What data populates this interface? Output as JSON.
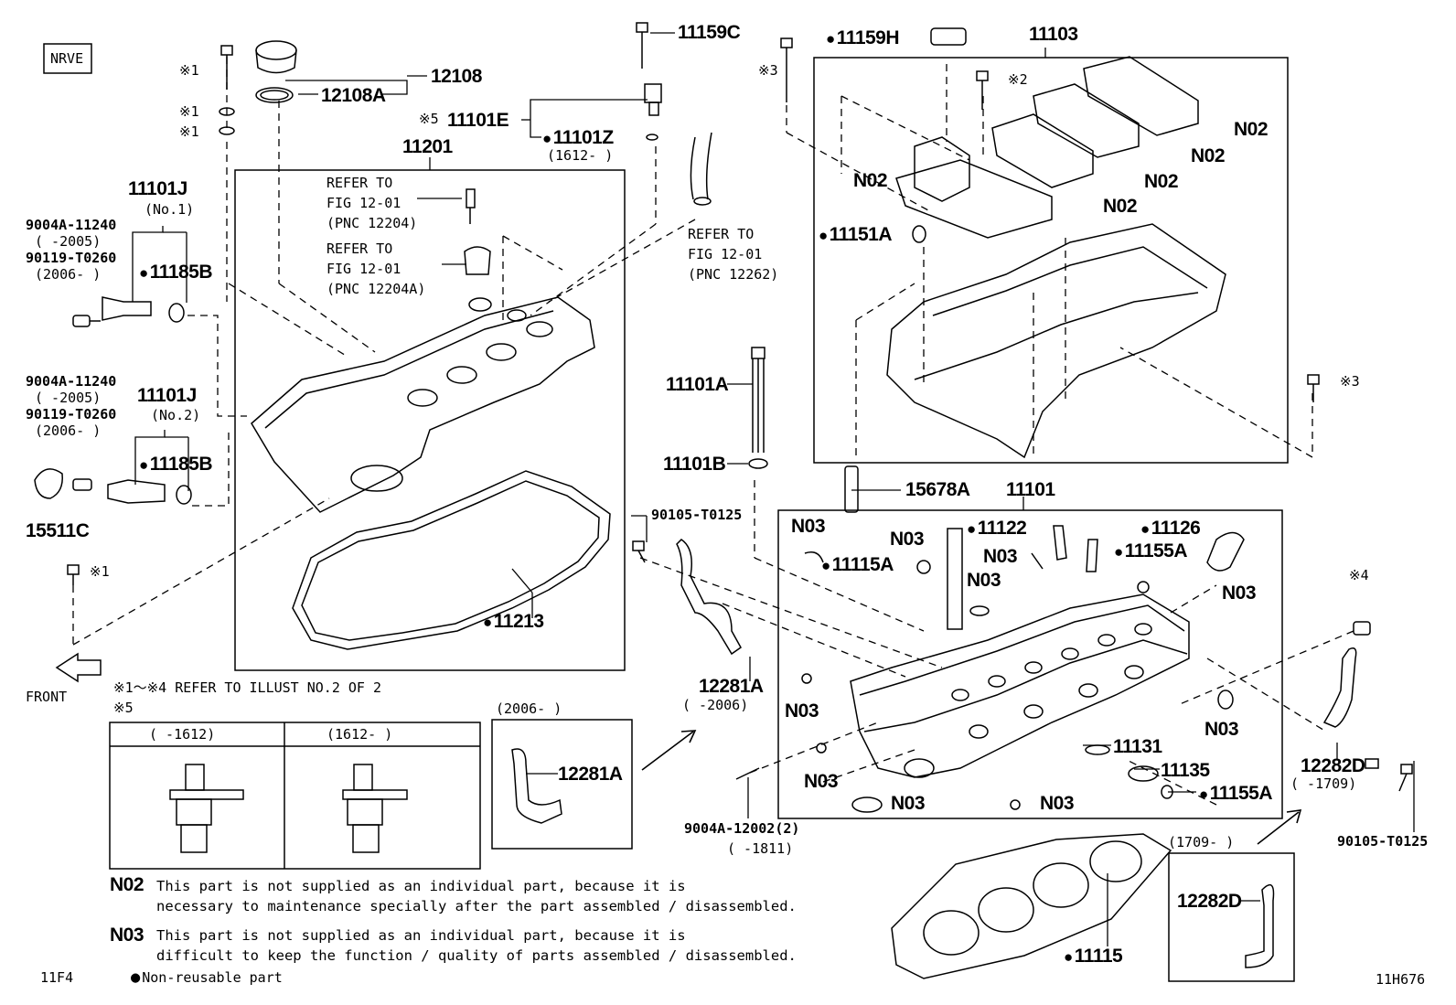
{
  "header": {
    "code_box": "NRVE"
  },
  "parts": {
    "p12108": "12108",
    "p12108A": "12108A",
    "p11159C": "11159C",
    "p11159H": "11159H",
    "p11103": "11103",
    "p11101E": "11101E",
    "p11101E_ref": "※5",
    "p11101Z": "11101Z",
    "p11101Z_date": "(1612-     )",
    "p11201": "11201",
    "ref1_lines": [
      "REFER TO",
      "FIG 12-01",
      "(PNC 12204)"
    ],
    "ref2_lines": [
      "REFER TO",
      "FIG 12-01",
      "(PNC 12204A)"
    ],
    "ref3_lines": [
      "REFER TO",
      "FIG 12-01",
      "(PNC 12262)"
    ],
    "p11101J_1": "11101J",
    "p11101J_1_sub": "(No.1)",
    "p11101J_2": "11101J",
    "p11101J_2_sub": "(No.2)",
    "bolt_a1": "9004A-11240",
    "bolt_a1_date": "(      -2005)",
    "bolt_b1": "90119-T0260",
    "bolt_b1_date": "(2006-      )",
    "bolt_a2": "9004A-11240",
    "bolt_a2_date": "(      -2005)",
    "bolt_b2": "90119-T0260",
    "bolt_b2_date": "(2006-      )",
    "p11185B_1": "11185B",
    "p11185B_2": "11185B",
    "p15511C": "15511C",
    "p11213": "11213",
    "p11101A": "11101A",
    "p11101B": "11101B",
    "p90105_1": "90105-T0125",
    "p12281A_main": "12281A",
    "p12281A_date": "(      -2006)",
    "p12281A_box": "12281A",
    "box2006_date": "(2006-      )",
    "p15678A": "15678A",
    "p11101": "11101",
    "p11151A": "11151A",
    "n02": "N02",
    "n03": "N03",
    "p11122": "11122",
    "p11126": "11126",
    "p11155A_top": "11155A",
    "p11155A_bot": "11155A",
    "p11115A": "11115A",
    "p11131": "11131",
    "p11135": "11135",
    "p9004A_12002": "9004A-12002(2)",
    "p9004A_12002_date": "(      -1811)",
    "p12282D": "12282D",
    "p12282D_date": "(      -1709)",
    "p12282D_box": "12282D",
    "box1709_date": "(1709-      )",
    "p90105_2": "90105-T0125",
    "p11115": "11115",
    "ref_mark1": "※1",
    "ref_mark2": "※2",
    "ref_mark3": "※3",
    "ref_mark4": "※4"
  },
  "labels": {
    "front": "FRONT",
    "refer_illust": "※1～※4 REFER TO ILLUST NO.2 OF 2",
    "mark5": "※5",
    "table_col1": "(      -1612)",
    "table_col2": "(1612-      )"
  },
  "notes": {
    "n02_code": "N02",
    "n02_line1": "This part is not supplied as an individual part, because it is",
    "n02_line2": "necessary to maintenance specially after the part assembled / disassembled.",
    "n03_code": "N03",
    "n03_line1": "This part is not supplied as an individual part, because it is",
    "n03_line2": "difficult to keep the function / quality of parts assembled / disassembled.",
    "legend_text": "Non-reusable part"
  },
  "footer": {
    "left_code": "11F4",
    "right_code": "11H676"
  }
}
